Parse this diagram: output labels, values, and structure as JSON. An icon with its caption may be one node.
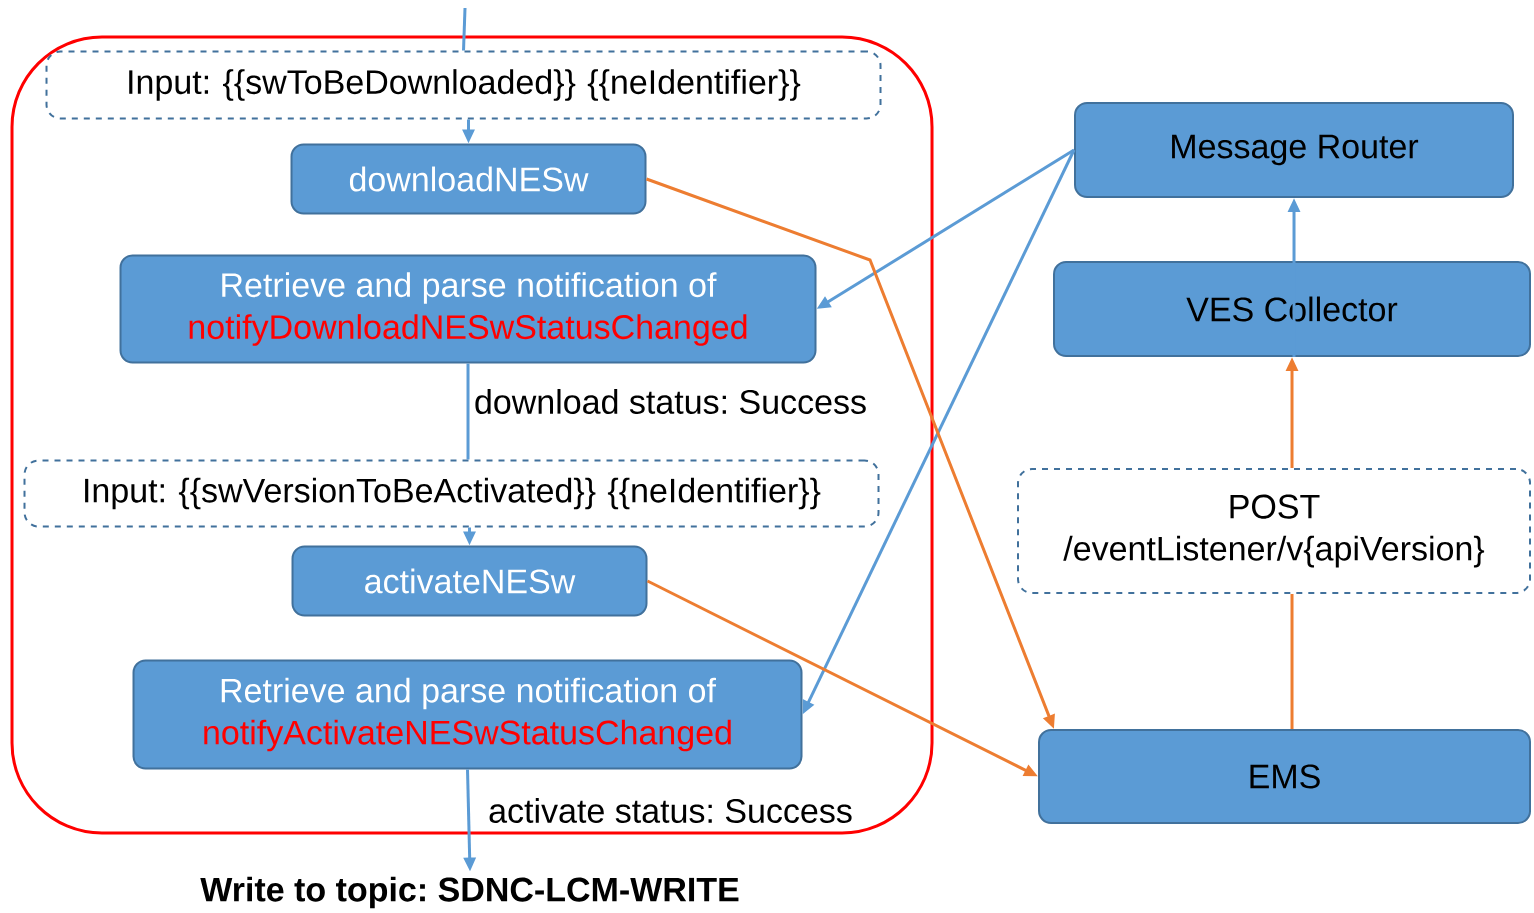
{
  "diagram": {
    "nodes": [
      {
        "text": [],
        "shape": "box"
      },
      {
        "text": [
          "Input: {{swToBeDownloaded}} {{neIdentifier}}"
        ],
        "in": 0
      },
      {
        "text": [
          "downloadNESw"
        ],
        "in": 0
      },
      {
        "text": [
          "Retrieve and parse notification of",
          "notifyDownloadNESwStatusChanged"
        ],
        "in": 0,
        "beside": [
          "download status: Success"
        ]
      },
      {
        "text": [
          "Input: {{swVersionToBeActivated}} {{neIdentifier}}"
        ],
        "in": 0
      },
      {
        "text": [
          "activateNESw"
        ],
        "in": 0
      },
      {
        "text": [
          "Retrieve and parse notification of",
          "notifyActivateNESwStatusChanged"
        ],
        "in": 0,
        "beside": [
          "activate status: Success"
        ]
      },
      {
        "text": [
          "Write to topic: SDNC-LCM-WRITE"
        ]
      },
      {
        "text": [
          "Message Router"
        ]
      },
      {
        "text": [
          "VES Collector"
        ]
      },
      {
        "text": [
          "POST /eventListener/v{apiVersion}"
        ]
      },
      {
        "text": [
          "EMS"
        ]
      }
    ],
    "edges": [
      {
        "from": null,
        "to": 1,
        "arrow": "none"
      },
      {
        "from": 1,
        "to": 2,
        "arrow": "to"
      },
      {
        "from": 3,
        "to": 4,
        "arrow": "none"
      },
      {
        "from": 4,
        "to": 5,
        "arrow": "to"
      },
      {
        "from": 6,
        "to": 7,
        "arrow": "to"
      },
      {
        "from": 8,
        "to": 3,
        "arrow": "to"
      },
      {
        "from": 8,
        "to": 6,
        "arrow": "to"
      },
      {
        "from": 9,
        "to": 8,
        "arrow": "to"
      },
      {
        "from": 2,
        "to": 11,
        "arrow": "to",
        "color": "#ed7d31"
      },
      {
        "from": 5,
        "to": 11,
        "arrow": "to",
        "color": "#ed7d31"
      },
      {
        "from": 11,
        "to": 10,
        "arrow": "none",
        "color": "#ed7d31"
      },
      {
        "from": 10,
        "to": 9,
        "arrow": "to",
        "color": "#ed7d31"
      }
    ]
  }
}
